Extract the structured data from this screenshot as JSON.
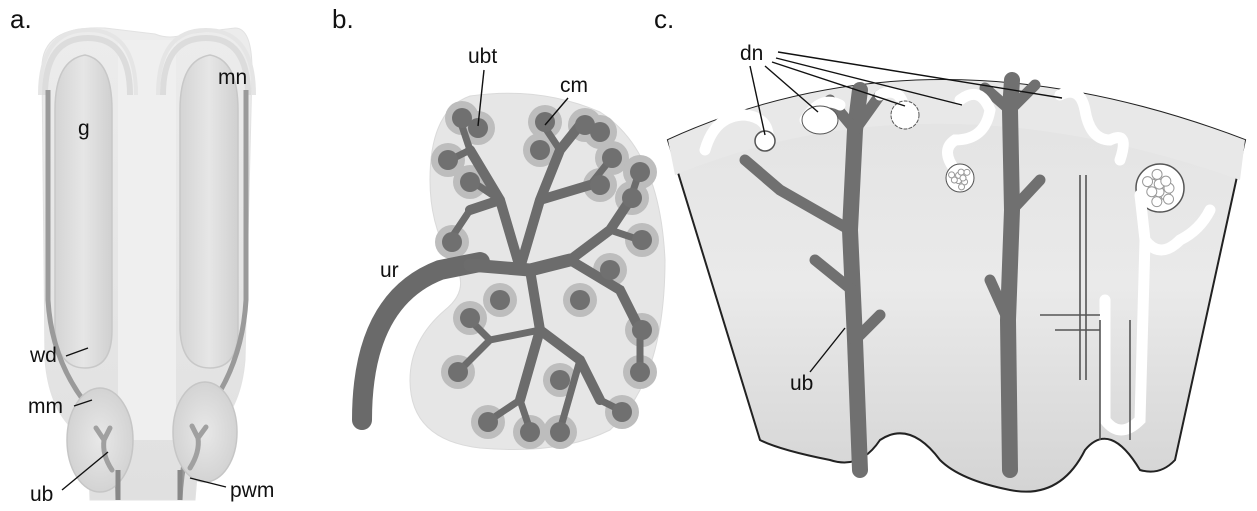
{
  "panels": [
    {
      "letter": "a.",
      "labels": {
        "g": "g",
        "mn": "mn",
        "wd": "wd",
        "mm": "mm",
        "ub": "ub",
        "pwm": "pwm"
      }
    },
    {
      "letter": "b.",
      "labels": {
        "ubt": "ubt",
        "cm": "cm",
        "ur": "ur"
      }
    },
    {
      "letter": "c.",
      "labels": {
        "dn": "dn",
        "ub": "ub"
      }
    }
  ],
  "colors": {
    "background": "#ffffff",
    "light_tissue": "#e6e6e6",
    "mid_tissue": "#d0d0d0",
    "duct_gray": "#777777",
    "dark_duct": "#666666",
    "outline": "#222222"
  }
}
